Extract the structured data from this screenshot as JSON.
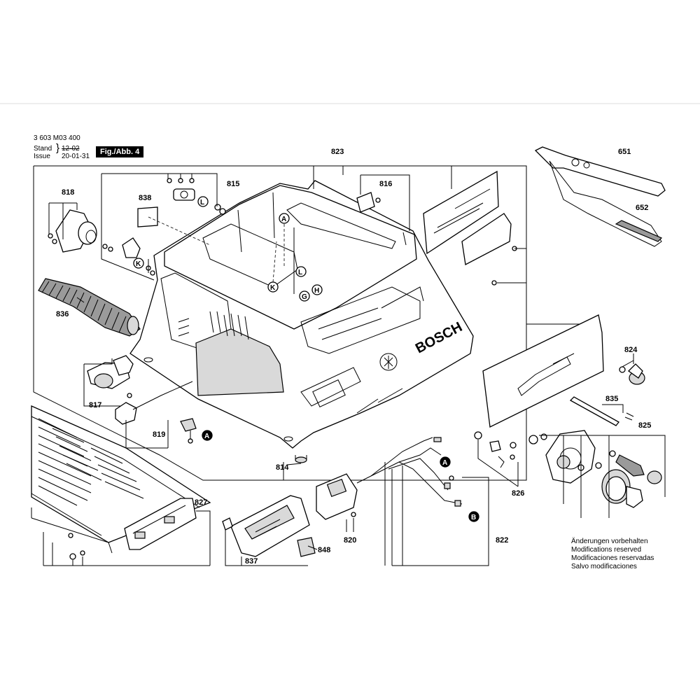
{
  "header": {
    "doc_number": "3 603 M03 400",
    "stand_label": "Stand",
    "issue_label": "Issue",
    "stand_value": "12-02",
    "issue_value": "20-01-31",
    "figure_badge": "Fig./Abb. 4"
  },
  "part_numbers": {
    "p651": "651",
    "p652": "652",
    "p814": "814",
    "p815": "815",
    "p816": "816",
    "p817": "817",
    "p818": "818",
    "p819": "819",
    "p820": "820",
    "p822": "822",
    "p823": "823",
    "p824": "824",
    "p825": "825",
    "p826": "826",
    "p827": "827",
    "p835": "835",
    "p836": "836",
    "p837": "837",
    "p838": "838",
    "p848": "848"
  },
  "callouts": {
    "A": "A",
    "B": "B",
    "G": "G",
    "H": "H",
    "K": "K",
    "L": "L"
  },
  "housing_logo": "BOSCH",
  "notes": [
    "Änderungen vorbehalten",
    "Modifications reserved",
    "Modificaciones reservadas",
    "Salvo modificaciones"
  ],
  "colors": {
    "ink": "#000000",
    "paper": "#ffffff",
    "shade": "#d9d9d9"
  }
}
